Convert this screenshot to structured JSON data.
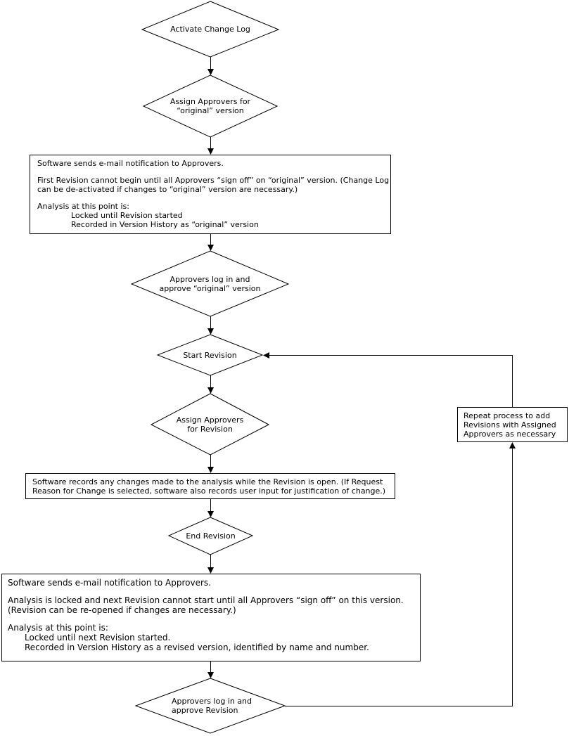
{
  "nodes": {
    "activate_change_log": {
      "lines": [
        "Activate Change Log"
      ]
    },
    "assign_approvers_original": {
      "lines": [
        "Assign Approvers for",
        "“original” version"
      ]
    },
    "notify_box_1": {
      "lines": [
        "Software sends e-mail notification to Approvers.",
        "",
        "First Revision cannot begin until all Approvers “sign off” on “original” version. (Change Log",
        "can be de-activated if changes to “original” version are necessary.)",
        "",
        "Analysis at this point is:",
        "Locked until Revision started",
        "Recorded in Version History as “original” version"
      ]
    },
    "approve_original": {
      "lines": [
        "Approvers log in and",
        "approve “original” version"
      ]
    },
    "start_revision": {
      "lines": [
        "Start Revision"
      ]
    },
    "assign_approvers_revision": {
      "lines": [
        "Assign Approvers",
        "for Revision"
      ]
    },
    "record_changes_box": {
      "lines": [
        "Software records any changes made to the analysis while the Revision is open. (If Request",
        "Reason for Change is selected, software also records user input for justification of change.)"
      ]
    },
    "end_revision": {
      "lines": [
        "End Revision"
      ]
    },
    "notify_box_2": {
      "lines": [
        "Software sends e-mail notification to Approvers.",
        "",
        "Analysis is locked and next Revision cannot start until all Approvers “sign off” on this version.",
        "(Revision can be re-opened if changes are necessary.)",
        "",
        "Analysis at this point is:",
        "Locked until next Revision started.",
        "Recorded in Version History as a revised version, identified by name and number."
      ]
    },
    "approve_revision": {
      "lines": [
        "Approvers log in and",
        "approve Revision"
      ]
    },
    "repeat_process": {
      "lines": [
        "Repeat process to add",
        "Revisions with Assigned",
        "Approvers as necessary"
      ]
    }
  }
}
